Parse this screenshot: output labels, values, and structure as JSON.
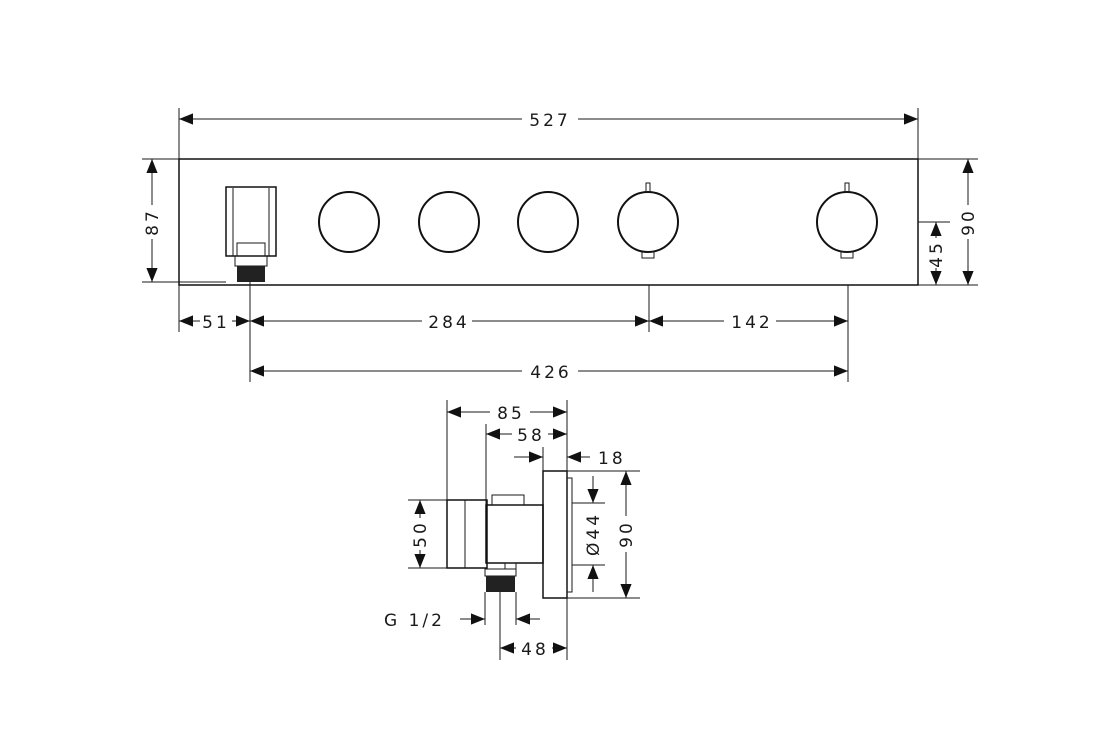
{
  "front_view": {
    "overall_width": "527",
    "height_left": "87",
    "height_right": "90",
    "center_height": "45",
    "offset_left": "51",
    "spacing_a": "284",
    "spacing_b": "142",
    "spacing_total": "426",
    "knob_count": 5
  },
  "side_view": {
    "depth_total": "85",
    "depth_body": "58",
    "plate_depth": "18",
    "holder_height": "50",
    "knob_diameter": "Ø44",
    "plate_height": "90",
    "thread": "G 1/2",
    "connector_depth": "48"
  }
}
